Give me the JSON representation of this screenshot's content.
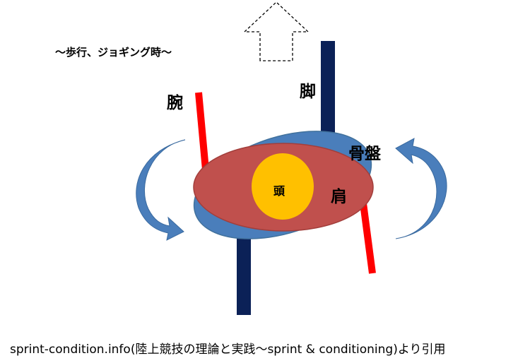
{
  "subtitle": "〜歩行、ジョギング時〜",
  "labels": {
    "arm": "腕",
    "leg": "脚",
    "pelvis": "骨盤",
    "shoulder": "肩",
    "head": "頭"
  },
  "caption": "sprint-condition.info(陸上競技の理論と実践〜sprint & conditioning)より引用",
  "colors": {
    "leg": "#0b2157",
    "arm": "#ff0000",
    "pelvis": "#4a7ebb",
    "shoulder": "#c0504d",
    "head": "#ffc000",
    "rotation_arrow": "#4a7ebb"
  }
}
